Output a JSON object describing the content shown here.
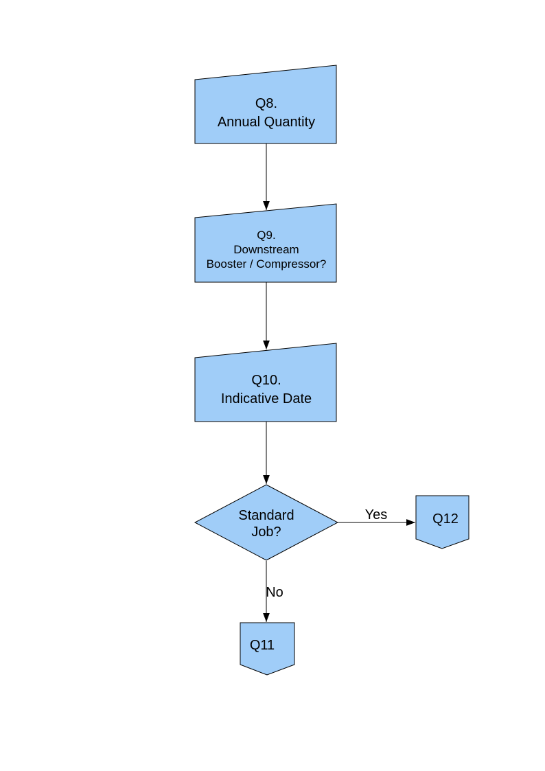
{
  "page": {
    "background": "#ffffff"
  },
  "colors": {
    "node_fill": "#A0CDF8",
    "node_border": "#000000",
    "connector": "#000000",
    "text": "#000000"
  },
  "flowchart": {
    "nodes": [
      {
        "id": "q8",
        "type": "manual-input",
        "lines": [
          "Q8.",
          "Annual Quantity"
        ]
      },
      {
        "id": "q9",
        "type": "manual-input",
        "lines": [
          "Q9.",
          "Downstream",
          "Booster / Compressor?"
        ]
      },
      {
        "id": "q10",
        "type": "manual-input",
        "lines": [
          "Q10.",
          "Indicative Date"
        ]
      },
      {
        "id": "decision",
        "type": "decision-diamond",
        "lines": [
          "Standard",
          "Job?"
        ]
      },
      {
        "id": "q12",
        "type": "off-page-connector",
        "lines": [
          "Q12"
        ]
      },
      {
        "id": "q11",
        "type": "off-page-connector",
        "lines": [
          "Q11"
        ]
      }
    ],
    "edges": [
      {
        "from": "q8",
        "to": "q9",
        "label": ""
      },
      {
        "from": "q9",
        "to": "q10",
        "label": ""
      },
      {
        "from": "q10",
        "to": "decision",
        "label": ""
      },
      {
        "from": "decision",
        "to": "q12",
        "label": "Yes"
      },
      {
        "from": "decision",
        "to": "q11",
        "label": "No"
      }
    ]
  }
}
